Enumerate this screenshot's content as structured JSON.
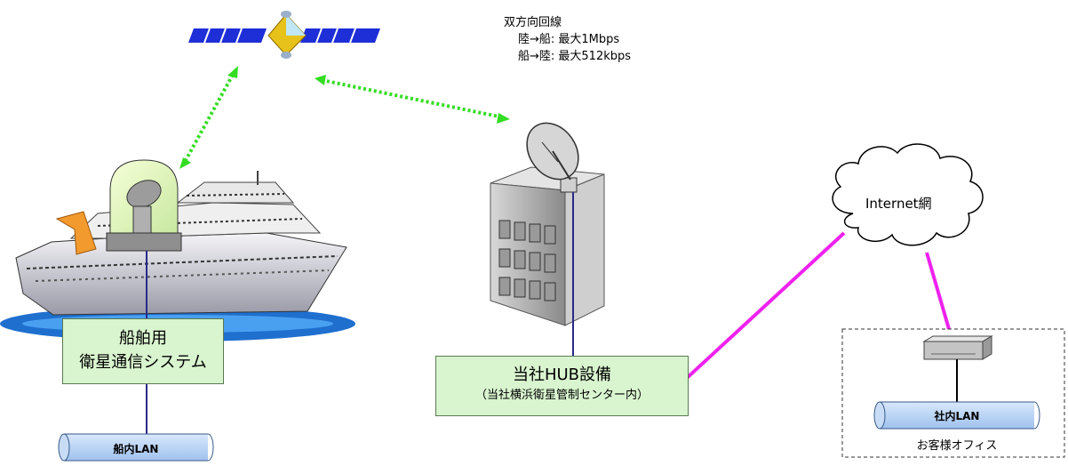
{
  "satellite_link": {
    "title": "双方向回線",
    "downlink": "陸→船: 最大1Mbps",
    "uplink": "船→陸: 最大512kbps"
  },
  "ship_system": {
    "line1": "船舶用",
    "line2": "衛星通信システム"
  },
  "ship_lan": {
    "label": "船内LAN"
  },
  "hub": {
    "title": "当社HUB設備",
    "subtitle": "（当社横浜衛星管制センター内）"
  },
  "internet": {
    "label": "Internet網"
  },
  "office": {
    "lan_label": "社内LAN",
    "caption": "お客様オフィス"
  },
  "colors": {
    "wireless_link": "#33dd22",
    "wired_link": "#ee22ee",
    "box_fill": "#d9f5cf",
    "lan_fill": "#bcd8f6",
    "cable": "#2a2a8a"
  }
}
